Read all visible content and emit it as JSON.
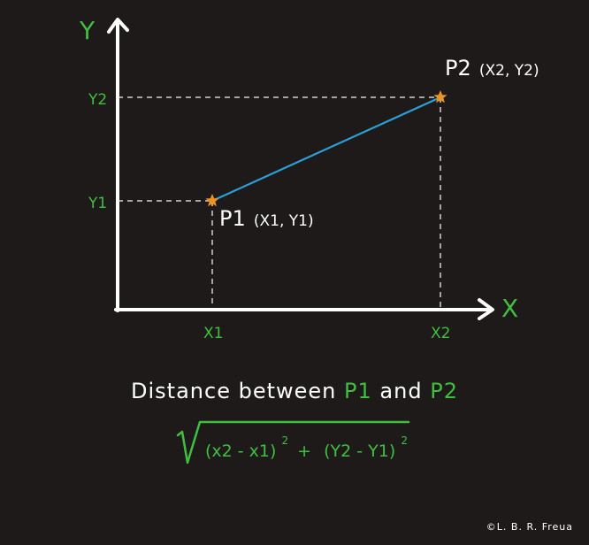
{
  "colors": {
    "background": "#1f1a1a",
    "axis": "#ffffff",
    "green": "#3fbf3f",
    "segment": "#2aa0d8",
    "star": "#f0921e",
    "guide": "#d0d0d0"
  },
  "axes": {
    "x_label": "X",
    "y_label": "Y"
  },
  "ticks": {
    "x1": "X1",
    "x2": "X2",
    "y1": "Y1",
    "y2": "Y2"
  },
  "points": {
    "p1": {
      "name": "P1",
      "coords": "(X1, Y1)"
    },
    "p2": {
      "name": "P2",
      "coords": "(X2, Y2)"
    }
  },
  "caption": {
    "prefix": "Distance between",
    "a": "P1",
    "conj": "and",
    "b": "P2"
  },
  "formula": {
    "left_open": "(x2 - x1)",
    "left_exp": "2",
    "plus": "+",
    "right_open": "(Y2 - Y1)",
    "right_exp": "2"
  },
  "credit": "©L. B. R. Freua"
}
